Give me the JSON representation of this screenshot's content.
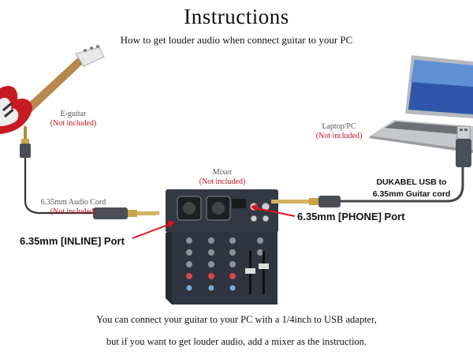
{
  "title": "Instructions",
  "subtitle": "How to get louder audio when connect guitar to your PC",
  "guitar": {
    "name": "E-guitar",
    "note": "(Not included)"
  },
  "laptop": {
    "name": "Laptop/PC",
    "note": "(Not included)"
  },
  "mixer": {
    "name": "Mixer",
    "note": "(Not included)"
  },
  "audio_cord": {
    "name": "6.35mm Audio Cord",
    "note": "(Not included)"
  },
  "usb_cable": {
    "line1": "DUKABEL USB to",
    "line2": "6.35mm Guitar cord"
  },
  "ports": {
    "inline": "6.35mm [INLINE] Port",
    "phone": "6.35mm [PHONE] Port"
  },
  "instructions": [
    "You can connect your guitar to your PC with a 1/4inch to USB adapter,",
    "but if you want to get louder audio, add a mixer as the instruction."
  ],
  "colors": {
    "arrow": "#e3121b",
    "label_red": "#c0151c",
    "mixer_body": "#2f3440",
    "guitar_red": "#c81a22"
  },
  "icons": [
    "electric-guitar-icon",
    "laptop-icon",
    "mixer-icon",
    "usb-plug-icon",
    "jack-plug-icon"
  ]
}
